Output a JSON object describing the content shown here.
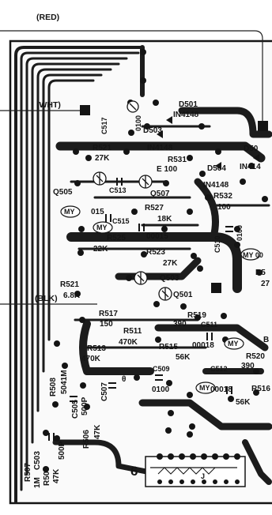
{
  "wire_labels": {
    "red": "(RED)",
    "wht": "(WHT)",
    "blk": "(BLK)"
  },
  "connector_number": "6",
  "components": {
    "d501": [
      "D501",
      "IN4148"
    ],
    "d503": [
      "D503",
      "IN4148"
    ],
    "d502_partial": [
      "D50",
      "IN414"
    ],
    "d504": [
      "D504",
      "IN4148"
    ],
    "c517": "C517",
    "c517_val": "0100",
    "r521a": [
      "R521",
      "27K"
    ],
    "r531": [
      "R531",
      "E 100"
    ],
    "c513": "C513",
    "q505": "Q505",
    "my1": "MY",
    "q505_val": "015",
    "q507": "Q507",
    "r532": [
      "R532",
      "100"
    ],
    "r527": [
      "R527",
      "18K"
    ],
    "c515": "C515",
    "my2": "MY",
    "c515_val": "00015",
    "r525": [
      "R525",
      "22K"
    ],
    "c510": [
      "C510",
      "0100"
    ],
    "my3": "MY 00",
    "r523": [
      "R523",
      "27K"
    ],
    "q503": "Q503",
    "r521b": [
      "R521",
      "6.8K"
    ],
    "r5_partial": [
      "R5",
      "27"
    ],
    "q501": "Q501",
    "r517": [
      "R517",
      "150"
    ],
    "r519": [
      "R519",
      "390"
    ],
    "c511": [
      "C511",
      "00018"
    ],
    "my4": "MY",
    "r511": [
      "R511",
      "470K"
    ],
    "r515": [
      "R515",
      "56K"
    ],
    "r513": [
      "R513",
      "470K"
    ],
    "r520": [
      "R520",
      "390"
    ],
    "c509": [
      "C509",
      "0100"
    ],
    "c512": [
      "C512",
      "00018"
    ],
    "my5": "MY",
    "r516_partial": [
      "R516",
      "56K"
    ],
    "r508": [
      "R508",
      "5041M"
    ],
    "c505": [
      "C505",
      "500P"
    ],
    "c507": [
      "C507",
      "θ"
    ],
    "r506": [
      "R506",
      "47K"
    ],
    "r507": [
      "R507",
      "1M"
    ],
    "c503": [
      "C503",
      "500P"
    ],
    "r505": [
      "R505",
      "47K"
    ],
    "b_partial": "B",
    "pin_letter": "J"
  }
}
